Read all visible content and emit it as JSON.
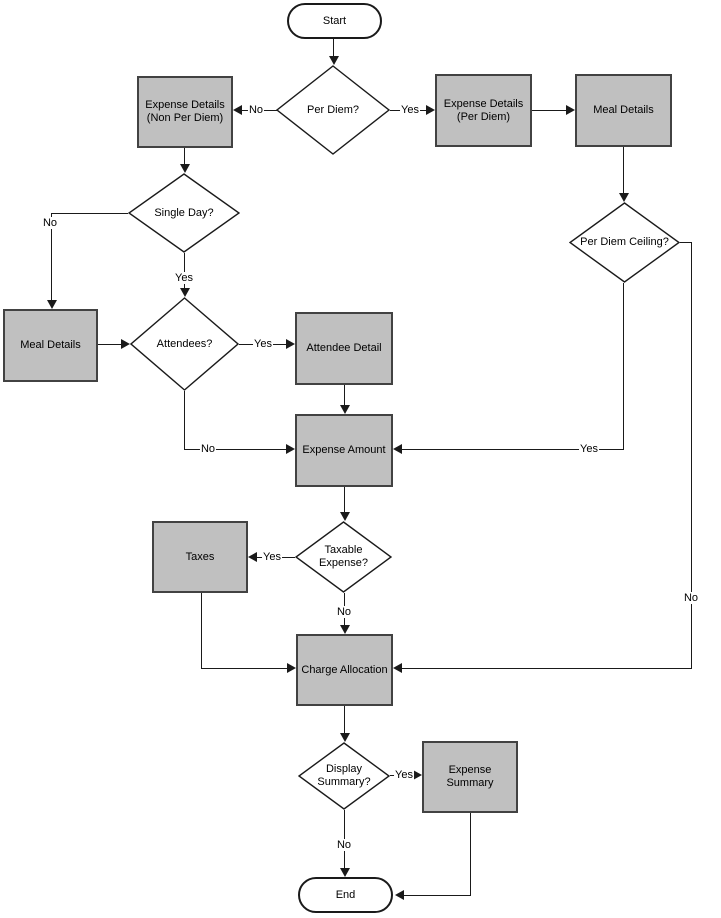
{
  "diagram_type": "flowchart",
  "colors": {
    "process_fill": "#c0c0c0",
    "process_border": "#424242",
    "decision_fill": "#ffffff",
    "line": "#1a1a1a",
    "text": "#000000",
    "background": "#ffffff"
  },
  "nodes": {
    "start": {
      "label": "Start",
      "type": "terminator"
    },
    "per_diem": {
      "label": "Per Diem?",
      "type": "decision"
    },
    "expense_details_non_per_diem": {
      "label": "Expense Details (Non Per Diem)",
      "type": "process"
    },
    "expense_details_per_diem": {
      "label": "Expense Details (Per Diem)",
      "type": "process"
    },
    "meal_details_right": {
      "label": "Meal Details",
      "type": "process"
    },
    "single_day": {
      "label": "Single Day?",
      "type": "decision"
    },
    "per_diem_ceiling": {
      "label": "Per Diem Ceiling?",
      "type": "decision"
    },
    "meal_details_left": {
      "label": "Meal Details",
      "type": "process"
    },
    "attendees": {
      "label": "Attendees?",
      "type": "decision"
    },
    "attendee_detail": {
      "label": "Attendee Detail",
      "type": "process"
    },
    "expense_amount": {
      "label": "Expense Amount",
      "type": "process"
    },
    "taxable_expense": {
      "label": "Taxable Expense?",
      "type": "decision"
    },
    "taxes": {
      "label": "Taxes",
      "type": "process"
    },
    "charge_allocation": {
      "label": "Charge Allocation",
      "type": "process"
    },
    "display_summary": {
      "label": "Display Summary?",
      "type": "decision"
    },
    "expense_summary": {
      "label": "Expense Summary",
      "type": "process"
    },
    "end": {
      "label": "End",
      "type": "terminator"
    }
  },
  "flow": [
    {
      "from": "start",
      "to": "per_diem",
      "label": ""
    },
    {
      "from": "per_diem",
      "to": "expense_details_non_per_diem",
      "label": "No"
    },
    {
      "from": "per_diem",
      "to": "expense_details_per_diem",
      "label": "Yes"
    },
    {
      "from": "expense_details_per_diem",
      "to": "meal_details_right",
      "label": ""
    },
    {
      "from": "meal_details_right",
      "to": "per_diem_ceiling",
      "label": ""
    },
    {
      "from": "expense_details_non_per_diem",
      "to": "single_day",
      "label": ""
    },
    {
      "from": "single_day",
      "to": "meal_details_left",
      "label": "No"
    },
    {
      "from": "single_day",
      "to": "attendees",
      "label": "Yes"
    },
    {
      "from": "meal_details_left",
      "to": "attendees",
      "label": ""
    },
    {
      "from": "attendees",
      "to": "attendee_detail",
      "label": "Yes"
    },
    {
      "from": "attendee_detail",
      "to": "expense_amount",
      "label": ""
    },
    {
      "from": "attendees",
      "to": "expense_amount",
      "label": "No"
    },
    {
      "from": "per_diem_ceiling",
      "to": "expense_amount",
      "label": "Yes"
    },
    {
      "from": "per_diem_ceiling",
      "to": "charge_allocation",
      "label": "No"
    },
    {
      "from": "expense_amount",
      "to": "taxable_expense",
      "label": ""
    },
    {
      "from": "taxable_expense",
      "to": "taxes",
      "label": "Yes"
    },
    {
      "from": "taxable_expense",
      "to": "charge_allocation",
      "label": "No"
    },
    {
      "from": "taxes",
      "to": "charge_allocation",
      "label": ""
    },
    {
      "from": "charge_allocation",
      "to": "display_summary",
      "label": ""
    },
    {
      "from": "display_summary",
      "to": "expense_summary",
      "label": "Yes"
    },
    {
      "from": "display_summary",
      "to": "end",
      "label": "No"
    },
    {
      "from": "expense_summary",
      "to": "end",
      "label": ""
    }
  ]
}
